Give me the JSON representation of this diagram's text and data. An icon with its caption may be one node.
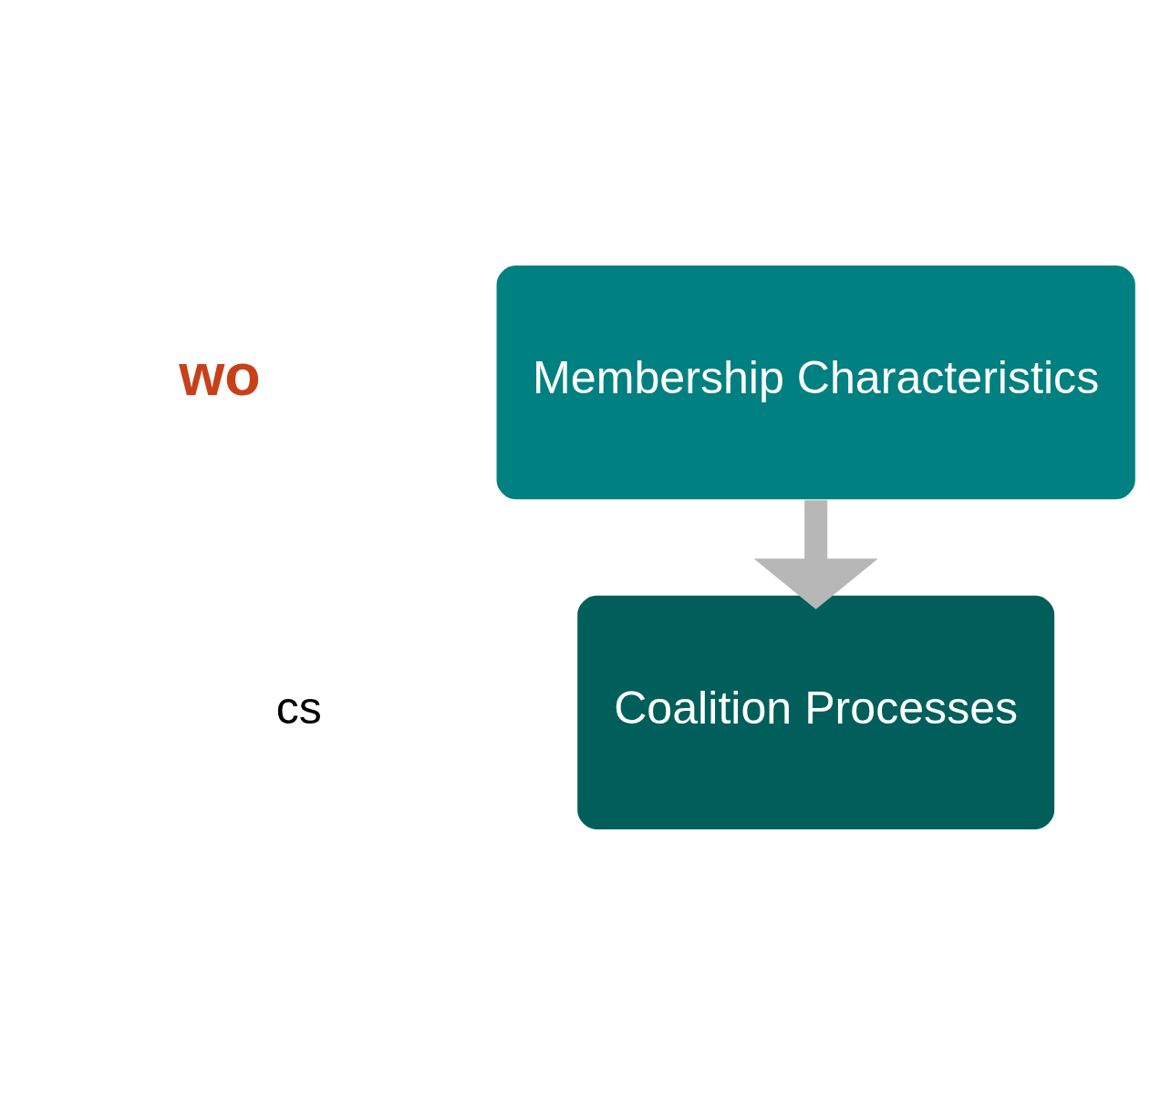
{
  "diagram": {
    "nodes": [
      {
        "text": [
          "Membership Characteristics"
        ]
      },
      {
        "text": [
          "Coalition Processes"
        ]
      }
    ],
    "edges": [
      {
        "from": 0,
        "to": 1,
        "arrow": "to"
      }
    ],
    "labels": [
      "wo",
      "cs"
    ]
  }
}
